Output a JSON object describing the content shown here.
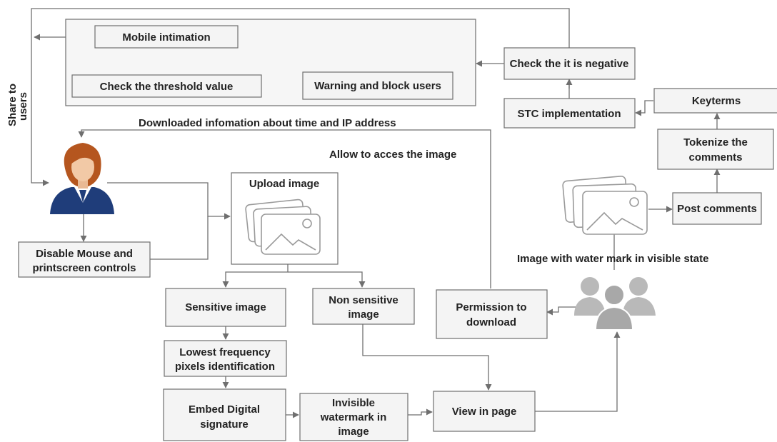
{
  "nodes": {
    "mobile_intimation": "Mobile intimation",
    "check_threshold": "Check the threshold value",
    "warning_block": "Warning and block users",
    "check_negative": "Check the it is negative",
    "stc_implementation": "STC implementation",
    "keyterms": "Keyterms",
    "tokenize_line1": "Tokenize the",
    "tokenize_line2": "comments",
    "post_comments": "Post comments",
    "upload_image": "Upload image",
    "disable_line1": "Disable Mouse and",
    "disable_line2": "printscreen controls",
    "sensitive_image": "Sensitive image",
    "non_sensitive_line1": "Non sensitive",
    "non_sensitive_line2": "image",
    "lowest_line1": "Lowest frequency",
    "lowest_line2": "pixels identification",
    "embed_line1": "Embed Digital",
    "embed_line2": "signature",
    "invisible_line1": "Invisible",
    "invisible_line2": "watermark in",
    "invisible_line3": "image",
    "view_in_page": "View in page",
    "permission_line1": "Permission to",
    "permission_line2": "download"
  },
  "labels": {
    "share_line1": "Share to",
    "share_line2": "users",
    "downloaded_info": "Downloaded infomation about time and IP address",
    "allow_access": "Allow to acces the image",
    "watermark_visible": "Image with water mark in visible state"
  },
  "colors": {
    "box_fill": "#f4f4f4",
    "line": "#6f6f6f",
    "user_hair": "#b5561f",
    "user_skin": "#f2c9a6",
    "user_suit": "#1f3d7a",
    "users_group": "#b9b9b9"
  }
}
